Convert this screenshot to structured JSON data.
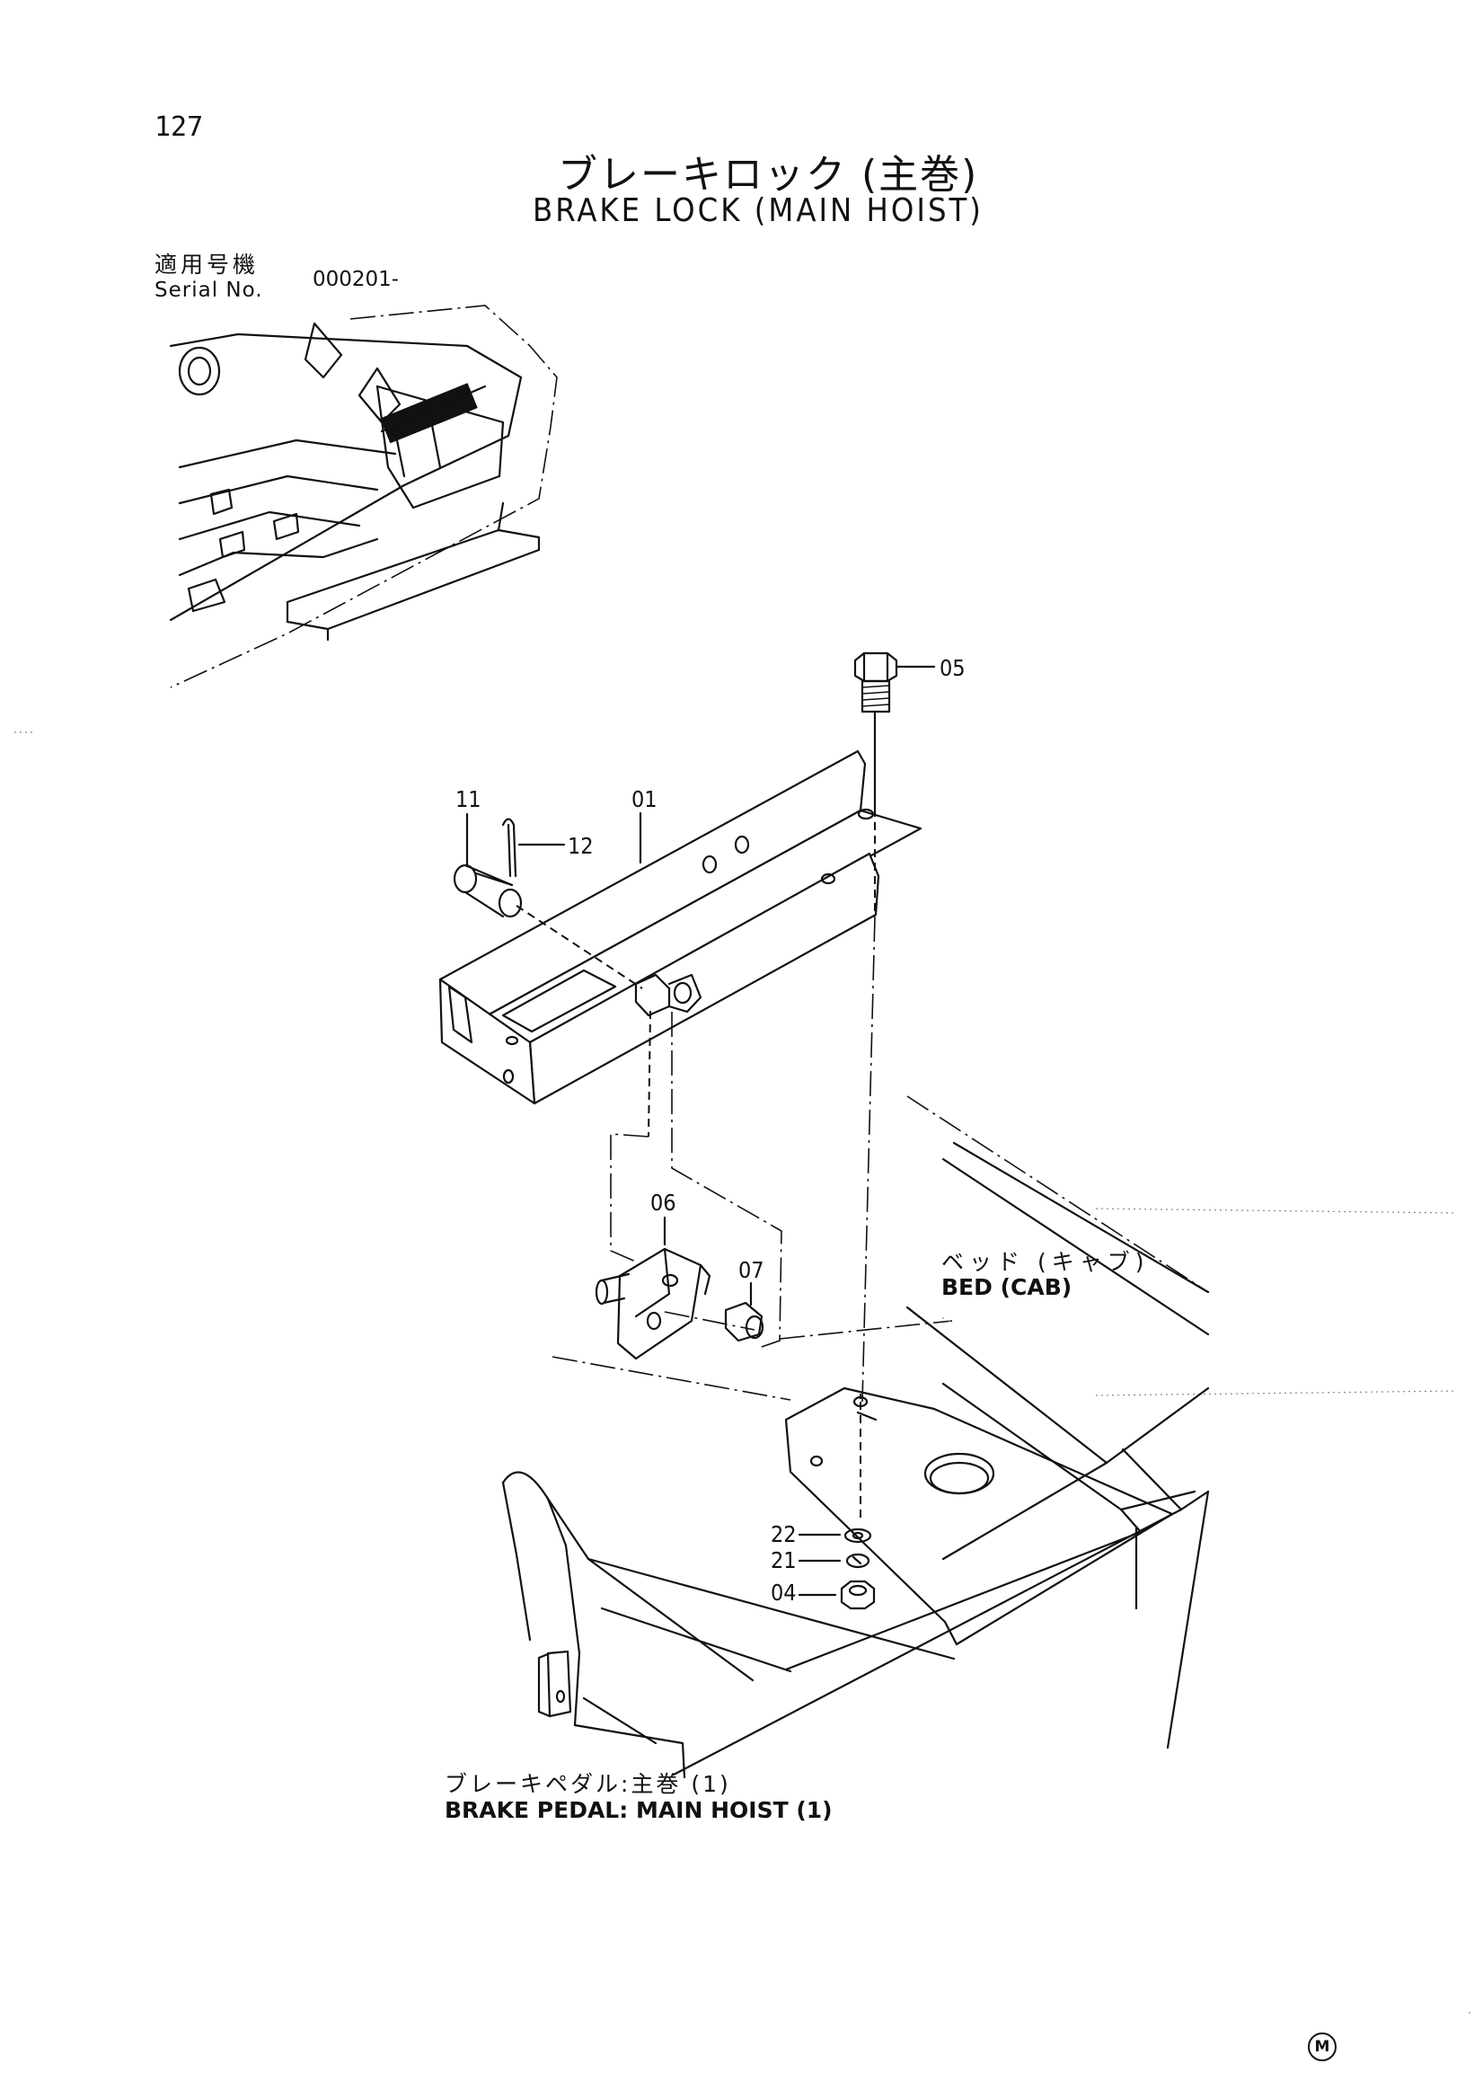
{
  "page": {
    "number": "127",
    "title_jp": "ブレーキロック (主巻)",
    "title_en": "BRAKE LOCK (MAIN HOIST)"
  },
  "serial": {
    "label_jp": "適用号機",
    "label_en": "Serial No.",
    "value": "000201-"
  },
  "callouts": {
    "c01": "01",
    "c04": "04",
    "c05": "05",
    "c06": "06",
    "c07": "07",
    "c11": "11",
    "c12": "12",
    "c21": "21",
    "c22": "22"
  },
  "labels": {
    "bed_jp": "ベッド (キャブ)",
    "bed_en": "BED (CAB)",
    "pedal_jp": "ブレーキペダル:主巻 (1)",
    "pedal_en": "BRAKE PEDAL: MAIN HOIST (1)"
  },
  "footer": {
    "mark": "M"
  }
}
